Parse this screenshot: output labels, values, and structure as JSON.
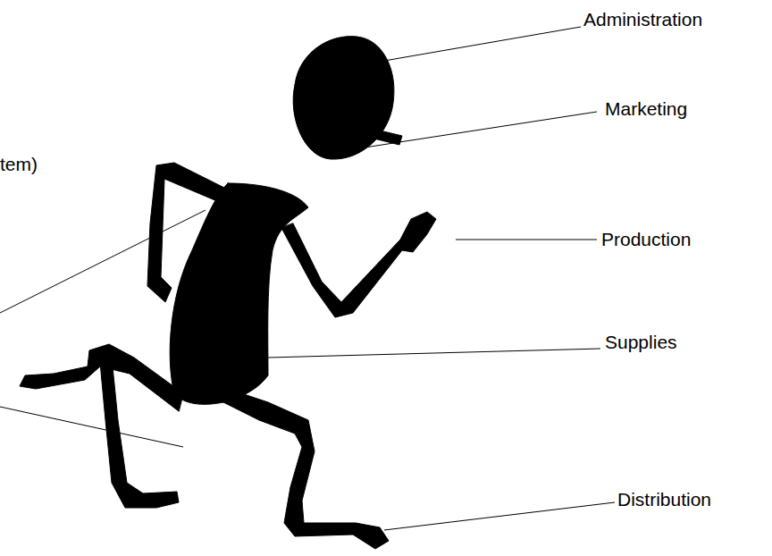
{
  "diagram": {
    "labels": [
      "Administration",
      "Marketing",
      "Production",
      "Supplies",
      "Distribution",
      "tem)"
    ]
  }
}
